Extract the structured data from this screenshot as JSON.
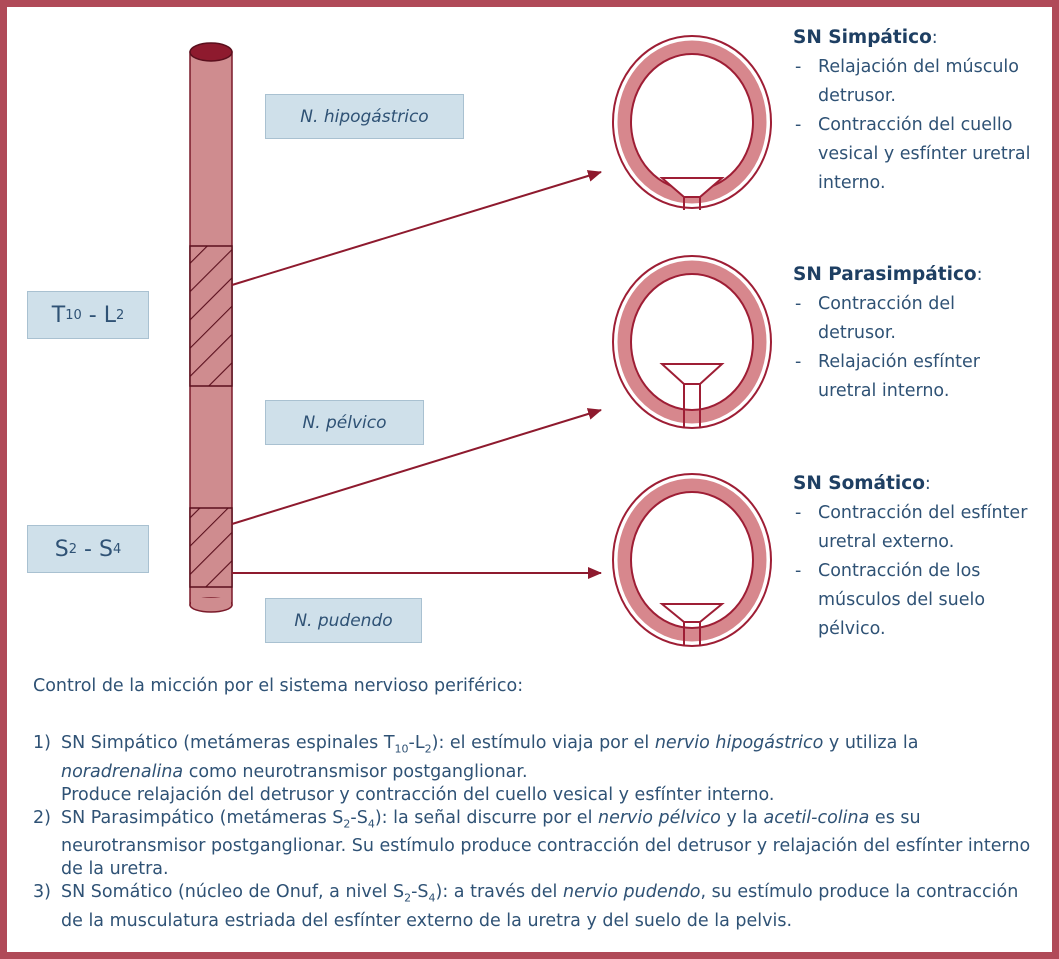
{
  "nerves": {
    "hypogastric": "N. hipogástrico",
    "pelvic": "N. pélvico",
    "pudendal": "N. pudendo"
  },
  "levels": {
    "upper": {
      "a": "T",
      "a_sub": "10",
      "sep": " - ",
      "b": "L",
      "b_sub": "2"
    },
    "lower": {
      "a": "S",
      "a_sub": "2",
      "sep": " - ",
      "b": "S",
      "b_sub": "4"
    }
  },
  "systems": [
    {
      "title": "SN Simpático",
      "colon": ":",
      "items": [
        "Relajación del músculo detrusor.",
        "Contracción del cuello vesical y esfínter uretral interno."
      ]
    },
    {
      "title": "SN Parasimpático",
      "colon": ":",
      "items": [
        "Contracción del detrusor.",
        "Relajación esfínter uretral interno."
      ]
    },
    {
      "title": "SN Somático",
      "colon": ":",
      "items": [
        "Contracción del esfínter uretral externo.",
        "Contracción de los músculos del suelo pélvico."
      ]
    }
  ],
  "caption": "Control de la micción por el sistema nervioso periférico:",
  "list": [
    {
      "num": "1)",
      "p1_a": "SN Simpático (metámeras espinales T",
      "p1_sub1": "10",
      "p1_b": "-L",
      "p1_sub2": "2",
      "p1_c": "): el estímulo viaja por el ",
      "p1_em1": "nervio hipogástrico",
      "p1_d": " y utiliza la ",
      "p1_em2": "noradrenalina",
      "p1_e": " como neurotransmisor postganglionar.",
      "p2": "Produce relajación del detrusor y contracción del cuello vesical y esfínter interno."
    },
    {
      "num": "2)",
      "a": "SN Parasimpático (metámeras S",
      "sub1": "2",
      "b": "-S",
      "sub2": "4",
      "c": "): la señal discurre por el ",
      "em1": "nervio pélvico",
      "d": " y la ",
      "em2": "acetil-colina",
      "e": " es su neurotransmisor postganglionar. Su estímulo produce contracción del detrusor y relajación del esfínter interno de la uretra."
    },
    {
      "num": "3)",
      "a": "SN Somático (núcleo de Onuf, a nivel S",
      "sub1": "2",
      "b": "-S",
      "sub2": "4",
      "c": "): a través del ",
      "em1": "nervio pudendo",
      "d": ", su estímulo produce la contracción de la musculatura estriada del esfínter externo de la uretra y del suelo de la pelvis."
    }
  ],
  "colors": {
    "border": "#b04a58",
    "spinal_cord": "#cf8c8f",
    "spinal_outline": "#7a1a2a",
    "bladder": "#9e1e35",
    "bladder_fill": "#d7878d",
    "arrow": "#8e1a2e",
    "box_fill": "#cfe0ea",
    "text": "#2f5275"
  }
}
